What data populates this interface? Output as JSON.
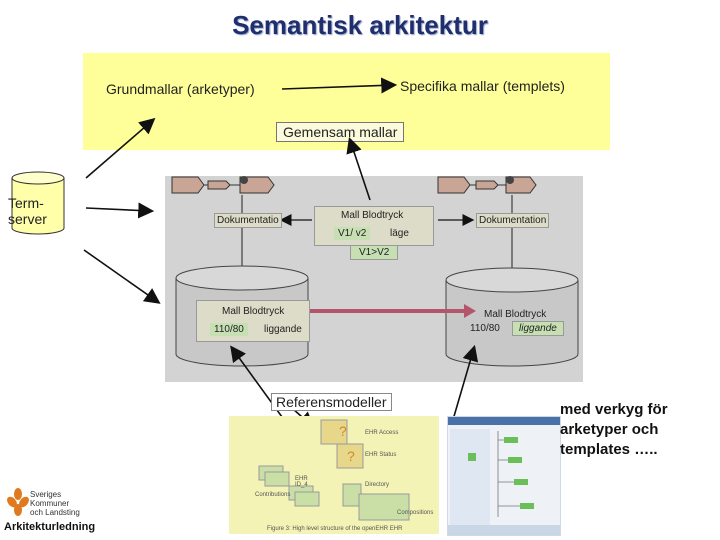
{
  "title": "Semantisk arkitektur",
  "top": {
    "grundmallar": "Grundmallar (arketyper)",
    "specifika": "Specifika mallar (templets)",
    "gemensam": "Gemensam mallar"
  },
  "termserver": {
    "line1": "Term-",
    "line2": "server"
  },
  "middle": {
    "doc_left": "Dokumentatio",
    "doc_right": "Dokumentation",
    "mall_center": {
      "title": "Mall Blodtryck",
      "v": "V1/ v2",
      "lage": "läge",
      "v1v2": "V1>V2"
    },
    "db_left": {
      "title": "Mall Blodtryck",
      "value": "110/80",
      "pos": "liggande"
    },
    "db_right": {
      "title": "Mall Blodtryck",
      "value": "110/80",
      "pos": "liggande"
    }
  },
  "referens": "Referensmodeller",
  "med_verkyg": {
    "line1": "med verkyg för",
    "line2": "arketyper och",
    "line3": "templates ….."
  },
  "bottom_image": {
    "ehr_access": "EHR Access",
    "ehr_status": "EHR Status",
    "directory": "Directory",
    "contributions": "Contributions",
    "compositions": "Compositions",
    "ehr_id": "EHR\nID_4",
    "caption": "Figure 3: High level structure of the openEHR EHR"
  },
  "logo": {
    "line1": "Sveriges",
    "line2": "Kommuner",
    "line3": "och Landsting",
    "footer": "Arkitekturledning"
  },
  "colors": {
    "top_panel": "#ffff99",
    "mid_panel": "#d3d3d3",
    "connector": "#b5556b",
    "title": "#1f2f6e"
  }
}
